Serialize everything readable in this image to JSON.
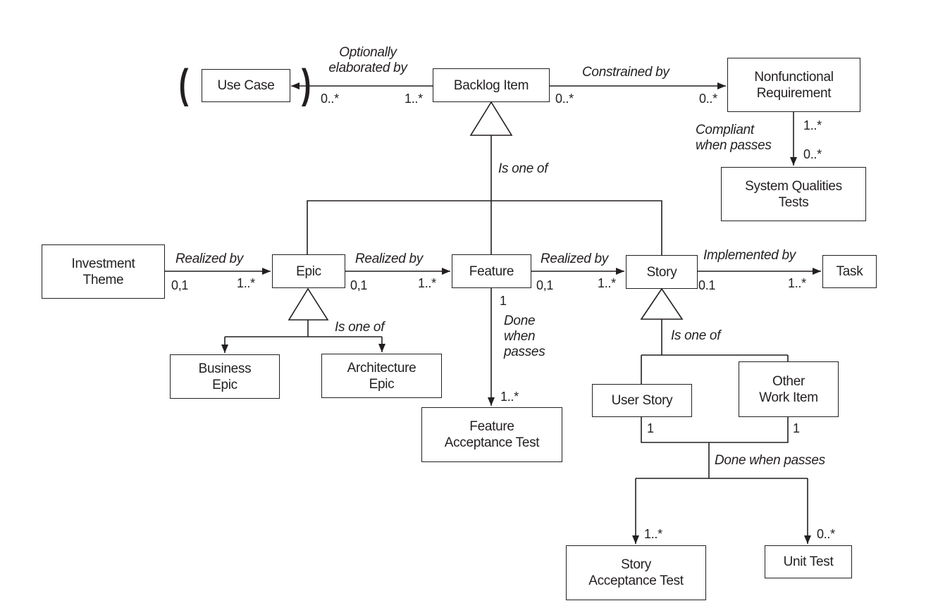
{
  "diagram": {
    "type": "UML class diagram",
    "colors": {
      "stroke": "#231f20",
      "background": "#ffffff"
    },
    "nodes": {
      "use_case": "Use Case",
      "backlog_item": "Backlog Item",
      "nonfunctional_requirement": "Nonfunctional\nRequirement",
      "system_qualities_tests": "System Qualities\nTests",
      "investment_theme": "Investment\nTheme",
      "epic": "Epic",
      "feature": "Feature",
      "story": "Story",
      "task": "Task",
      "business_epic": "Business\nEpic",
      "architecture_epic": "Architecture\nEpic",
      "feature_acceptance_test": "Feature\nAcceptance Test",
      "user_story": "User Story",
      "other_work_item": "Other\nWork Item",
      "story_acceptance_test": "Story\nAcceptance Test",
      "unit_test": "Unit Test"
    },
    "optional_marker": {
      "open": "(",
      "close": ")"
    },
    "relations": {
      "backlog_usecase": {
        "label": "Optionally\nelaborated by",
        "from_mult": "1..*",
        "to_mult": "0..*"
      },
      "backlog_nfr": {
        "label": "Constrained by",
        "from_mult": "0..*",
        "to_mult": "0..*"
      },
      "nfr_sqt": {
        "label": "Compliant\nwhen passes",
        "from_mult": "1..*",
        "to_mult": "0..*"
      },
      "backlog_generalization": {
        "label": "Is one of"
      },
      "theme_epic": {
        "label": "Realized by",
        "from_mult": "0,1",
        "to_mult": "1..*"
      },
      "epic_feature": {
        "label": "Realized by",
        "from_mult": "0,1",
        "to_mult": "1..*"
      },
      "feature_story": {
        "label": "Realized by",
        "from_mult": "0,1",
        "to_mult": "1..*"
      },
      "story_task": {
        "label": "Implemented by",
        "from_mult": "0.1",
        "to_mult": "1..*"
      },
      "epic_generalization": {
        "label": "Is one of"
      },
      "feature_fat": {
        "label": "Done\nwhen\npasses",
        "from_mult": "1",
        "to_mult": "1..*"
      },
      "story_generalization": {
        "label": "Is one of"
      },
      "story_tests": {
        "label": "Done when passes",
        "user_story_mult": "1",
        "other_work_item_mult": "1",
        "sat_mult": "1..*",
        "unit_test_mult": "0..*"
      }
    }
  }
}
